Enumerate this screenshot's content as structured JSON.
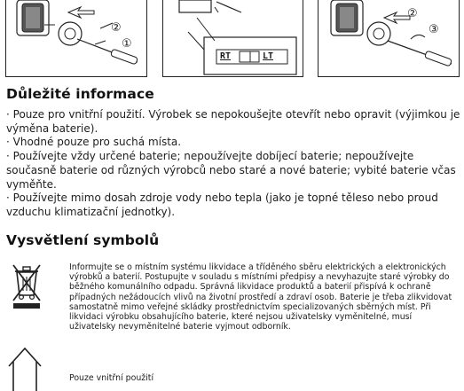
{
  "sections": {
    "important": {
      "heading": "Důležité informace",
      "items": [
        "· Pouze pro vnitřní použití. Výrobek se nepokoušejte otevřít nebo opravit (výjimkou je výměna baterie).",
        "· Vhodné pouze pro suchá místa.",
        "· Používejte vždy určené baterie; nepoužívejte dobíjecí baterie; nepoužívejte současně baterie od různých výrobců nebo staré a nové baterie; vybité baterie včas vyměňte.",
        "· Používejte mimo dosah zdroje vody nebo tepla (jako je topné těleso nebo proud vzduchu klimatizační jednotky)."
      ]
    },
    "symbols": {
      "heading": "Vysvětlení symbolů",
      "weee_text": "Informujte se o místním systému likvidace a tříděného sběru elektrických a elektronických výrobků a baterií. Postupujte v souladu s místními předpisy a nevyhazujte staré výrobky do běžného komunálního odpadu. Správná likvidace produktů a baterií přispívá k ochraně případných nežádoucích vlivů na životní prostředí a zdraví osob. Baterie je třeba zlikvidovat samostatně mimo veřejné skládky prostřednictvím specializovaných sběrných míst. Při likvidaci výrobku obsahujícího baterie, které nejsou uživatelsky vyměnitelné, musí uživatelsky nevyměnitelné baterie vyjmout odborník.",
      "indoor_text": "Pouze vnitřní použití"
    }
  },
  "figures": {
    "callouts": [
      "②",
      "①",
      "②",
      "③"
    ],
    "switch_label_left": "RT",
    "switch_label_right": "LT",
    "icons": [
      "crossed-out-wheelie-bin-icon",
      "house-icon"
    ]
  }
}
